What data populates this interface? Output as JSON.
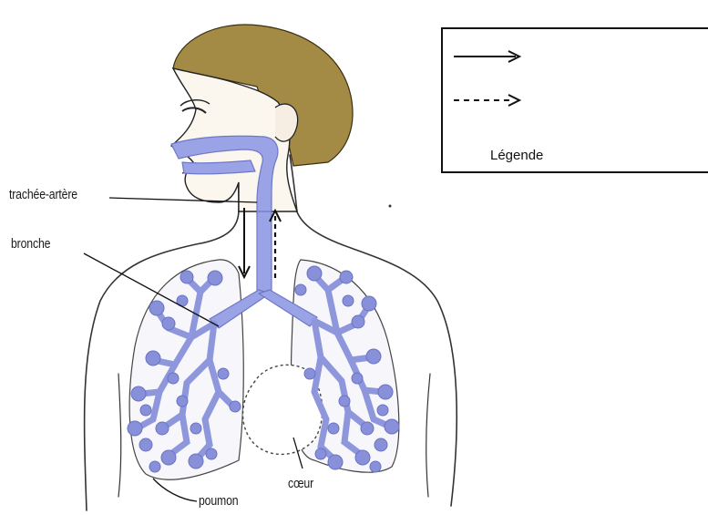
{
  "labels": {
    "trachea": "trachée-artère",
    "bronchus": "bronche",
    "heart": "cœur",
    "lung": "poumon"
  },
  "legend": {
    "title": "Légende",
    "entries": [
      {
        "line_style": "solid",
        "text": ""
      },
      {
        "line_style": "dashed",
        "text": ""
      }
    ]
  },
  "colors": {
    "airway": "#9aa3e6",
    "airway_dark": "#6f78c8",
    "hair": "#a48b45",
    "outline": "#222222"
  }
}
